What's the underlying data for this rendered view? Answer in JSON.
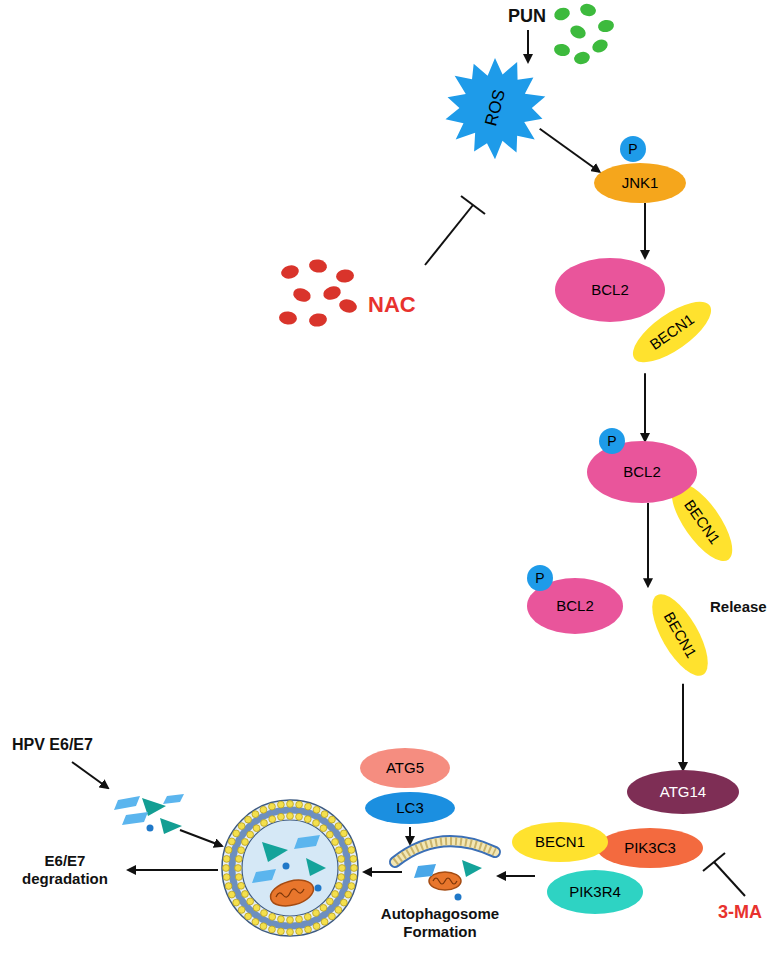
{
  "diagram": {
    "nodes": [
      {
        "text": [
          "ROS"
        ]
      },
      {
        "text": [
          "P"
        ]
      },
      {
        "text": [
          "JNK1"
        ]
      },
      {
        "text": [
          "BCL2"
        ]
      },
      {
        "text": [
          "BECN1"
        ]
      },
      {
        "text": [
          "P"
        ]
      },
      {
        "text": [
          "BCL2"
        ]
      },
      {
        "text": [
          "BECN1"
        ]
      },
      {
        "text": [
          "P"
        ]
      },
      {
        "text": [
          "BCL2"
        ]
      },
      {
        "text": [
          "BECN1"
        ]
      },
      {
        "text": [
          "ATG14"
        ]
      },
      {
        "text": [
          "BECN1"
        ]
      },
      {
        "text": [
          "PIK3C3"
        ]
      },
      {
        "text": [
          "PIK3R4"
        ]
      },
      {
        "text": [
          "ATG5"
        ]
      },
      {
        "text": [
          "LC3"
        ]
      }
    ],
    "edges": [
      {
        "from": 0,
        "to": 2,
        "arrow": "to"
      },
      {
        "from": 2,
        "to": 3,
        "arrow": "to"
      },
      {
        "from": 4,
        "to": 6,
        "arrow": "to"
      },
      {
        "from": 6,
        "to": 10,
        "arrow": "to"
      },
      {
        "from": 10,
        "to": 11,
        "arrow": "to"
      }
    ],
    "labels": [
      "PUN",
      "NAC",
      "Release",
      "3-MA",
      "HPV E6/E7",
      "E6/E7 degradation",
      "Autophagosome Formation"
    ]
  }
}
